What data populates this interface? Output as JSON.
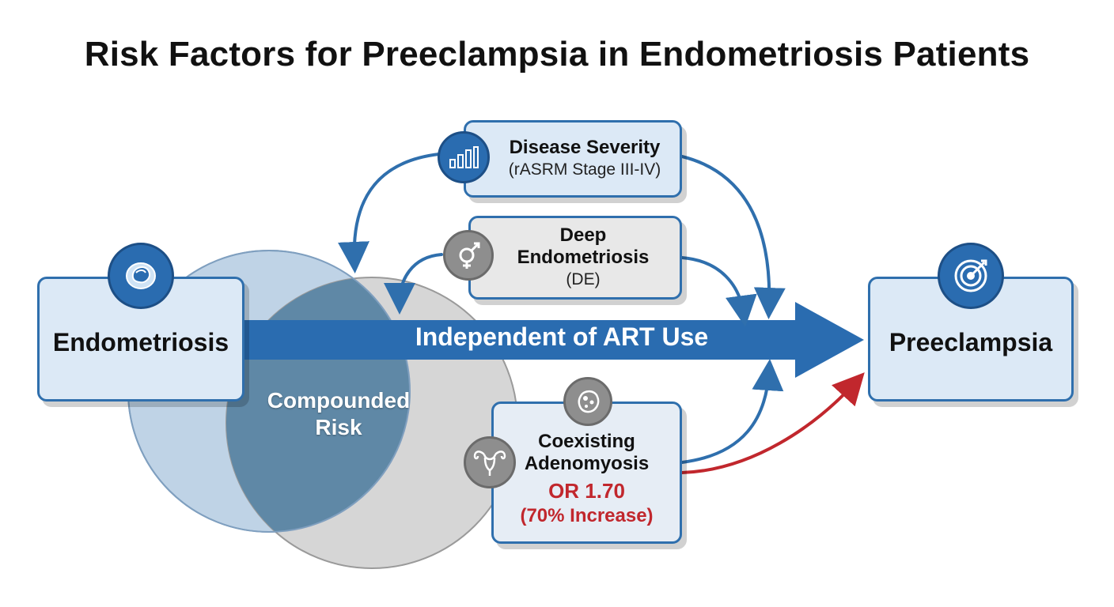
{
  "title": "Risk Factors for Preeclampsia in Endometriosis Patients",
  "nodes": {
    "endometriosis": {
      "label": "Endometriosis",
      "icon": "endometrium-icon"
    },
    "preeclampsia": {
      "label": "Preeclampsia",
      "icon": "target-icon"
    },
    "disease_severity": {
      "title": "Disease Severity",
      "subtitle": "(rASRM Stage III-IV)",
      "icon": "bar-chart-icon"
    },
    "deep_endometriosis": {
      "title_line1": "Deep",
      "title_line2": "Endometriosis",
      "subtitle": "(DE)",
      "icon": "gender-symbol-icon"
    },
    "adenomyosis": {
      "title_line1": "Coexisting",
      "title_line2": "Adenomyosis",
      "odds_ratio": "OR 1.70",
      "increase": "(70% Increase)",
      "icons": [
        "cell-icon",
        "uterus-icon"
      ]
    }
  },
  "main_arrow": {
    "label": "Independent of ART Use"
  },
  "venn": {
    "overlap_label_line1": "Compounded",
    "overlap_label_line2": "Risk"
  },
  "colors": {
    "primary_blue": "#2a6cb0",
    "box_blue_fill": "#dce9f6",
    "box_gray_fill": "#e8e8e8",
    "highlight_red": "#c1272d",
    "venn_left": "#a9c4de",
    "venn_right": "#cfcfcf",
    "venn_overlap": "#5f88a6"
  }
}
